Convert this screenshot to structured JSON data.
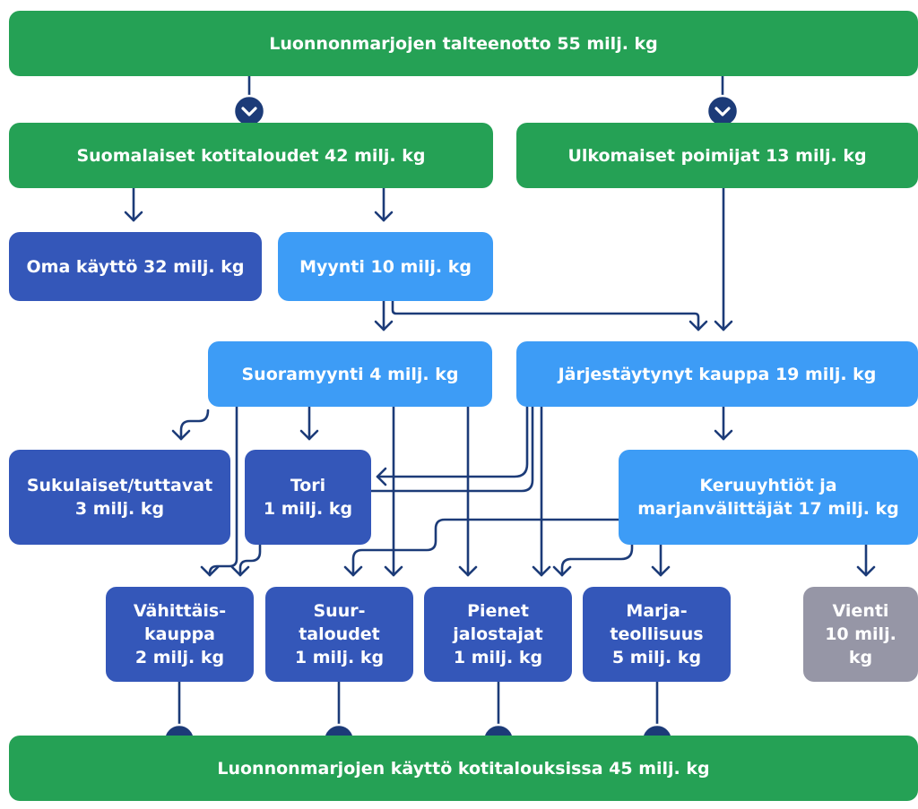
{
  "nodes": {
    "harvest": "Luonnonmarjojen talteenotto 55 milj. kg",
    "households": "Suomalaiset kotitaloudet 42 milj. kg",
    "foreign_pickers": "Ulkomaiset poimijat 13 milj. kg",
    "own_use": "Oma käyttö 32 milj. kg",
    "sales": "Myynti 10 milj. kg",
    "direct_sales": "Suoramyynti 4 milj. kg",
    "organized_trade": "Järjestäytynyt kauppa 19 milj. kg",
    "relatives": {
      "line1": "Sukulaiset/tuttavat",
      "line2": "3 milj. kg"
    },
    "market": {
      "line1": "Tori",
      "line2": "1 milj. kg"
    },
    "collectors": {
      "line1": "Keruuyhtiöt ja",
      "line2": "marjanvälittäjät 17 milj. kg"
    },
    "retail": {
      "line1": "Vähittäis-",
      "line2": "kauppa",
      "line3": "2 milj. kg"
    },
    "large_kitchens": {
      "line1": "Suur-",
      "line2": "taloudet",
      "line3": "1 milj. kg"
    },
    "small_processors": {
      "line1": "Pienet",
      "line2": "jalostajat",
      "line3": "1 milj. kg"
    },
    "berry_industry": {
      "line1": "Marja-",
      "line2": "teollisuus",
      "line3": "5 milj. kg"
    },
    "export": {
      "line1": "Vienti",
      "line2": "10 milj. kg"
    },
    "household_use": "Luonnonmarjojen käyttö kotitalouksissa 45 milj. kg"
  },
  "colors": {
    "green": "#25a155",
    "light_blue": "#3d9cf6",
    "dark_blue": "#3457b9",
    "grey": "#9696a6",
    "arrow": "#1c3b78"
  }
}
